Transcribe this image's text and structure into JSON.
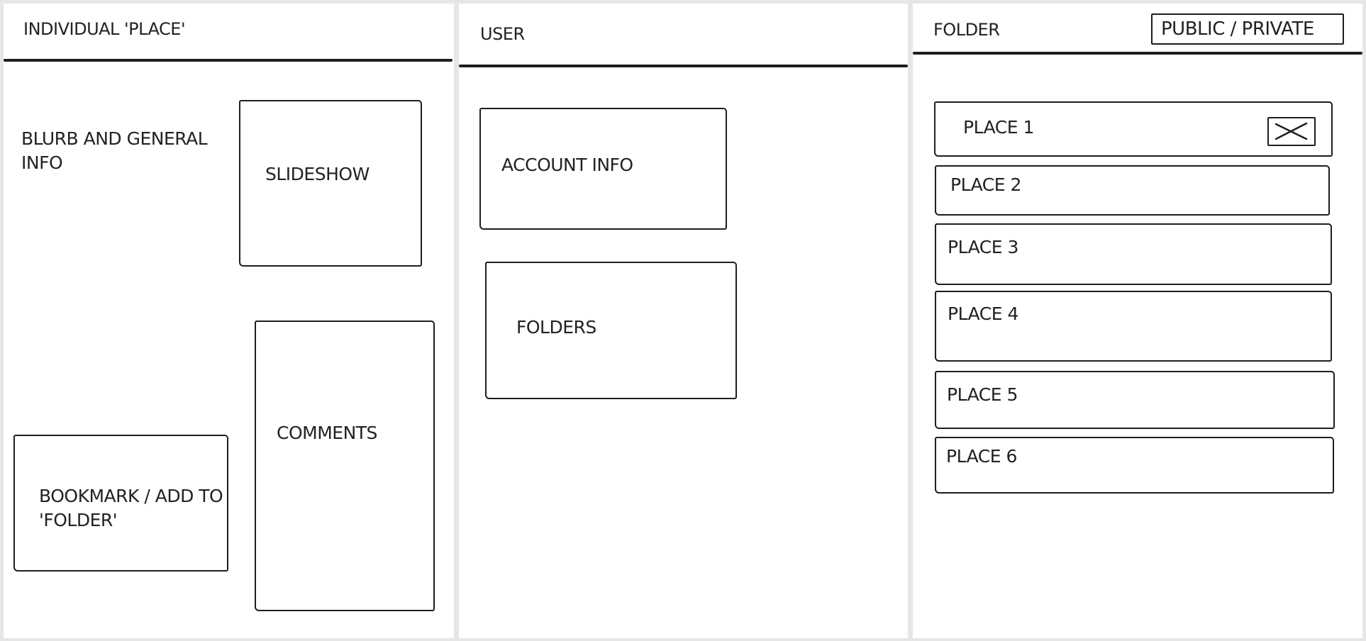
{
  "place_panel": {
    "title": "INDIVIDUAL 'PLACE'",
    "blurb_line1": "BLURB AND GENERAL",
    "blurb_line2": "INFO",
    "slideshow_label": "SLIDESHOW",
    "comments_label": "COMMENTS",
    "bookmark_line1": "BOOKMARK / ADD TO",
    "bookmark_line2": "'FOLDER'"
  },
  "user_panel": {
    "title": "USER",
    "account_label": "ACCOUNT INFO",
    "folders_label": "FOLDERS"
  },
  "folder_panel": {
    "title": "FOLDER",
    "visibility_toggle": "PUBLIC / PRIVATE",
    "places": [
      {
        "label": "PLACE 1"
      },
      {
        "label": "PLACE 2"
      },
      {
        "label": "PLACE 3"
      },
      {
        "label": "PLACE 4"
      },
      {
        "label": "PLACE 5"
      },
      {
        "label": "PLACE 6"
      }
    ],
    "remove_icon": "close-icon"
  },
  "colors": {
    "background": "#e6e6e6",
    "panel": "#ffffff",
    "ink": "#1e1e1e"
  }
}
